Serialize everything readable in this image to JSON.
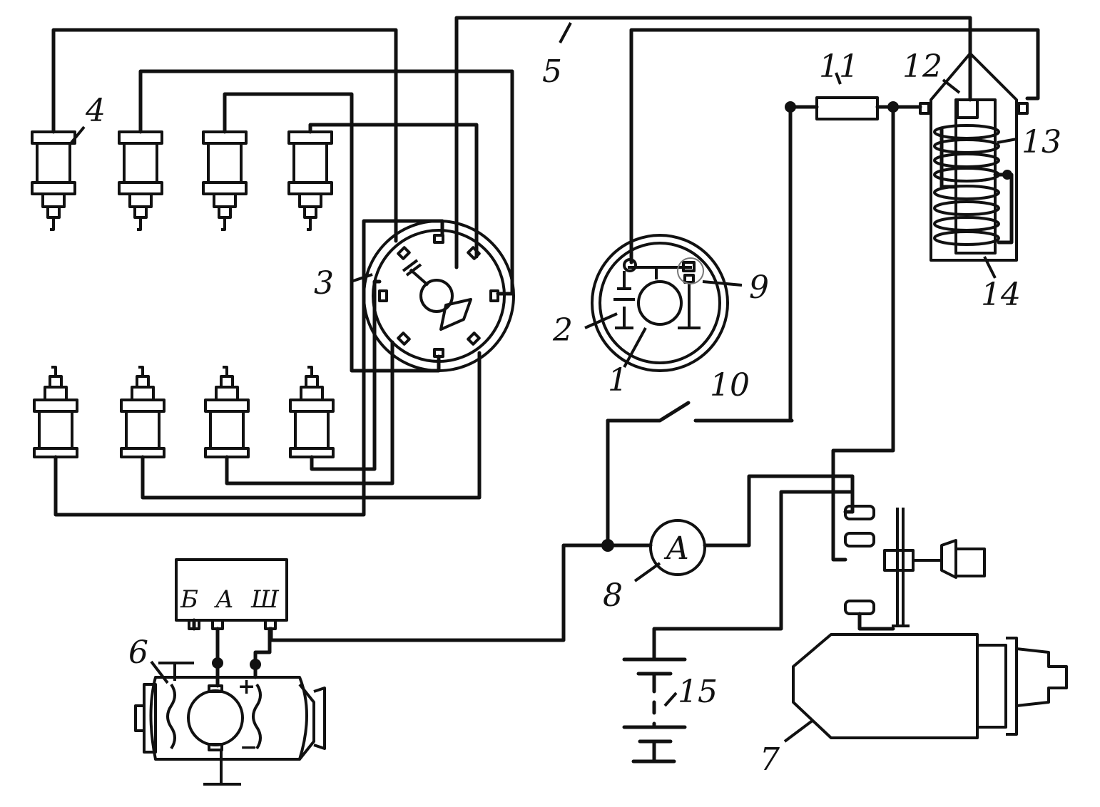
{
  "labels": {
    "distributor_contacts": "1",
    "capacitor": "2",
    "distributor": "3",
    "spark_plug": "4",
    "high_voltage_lead": "5",
    "generator": "6",
    "starter": "7",
    "ammeter": "8",
    "contact_points": "9",
    "ignition_switch": "10",
    "resistor": "11",
    "ignition_coil": "12",
    "primary_winding": "13",
    "secondary_winding": "14",
    "battery": "15"
  },
  "regulator": {
    "terminal_b": "Б",
    "terminal_a": "А",
    "terminal_sh": "Ш"
  },
  "ammeter_symbol": "A",
  "generator_signs": {
    "plus": "+",
    "minus": "−"
  }
}
